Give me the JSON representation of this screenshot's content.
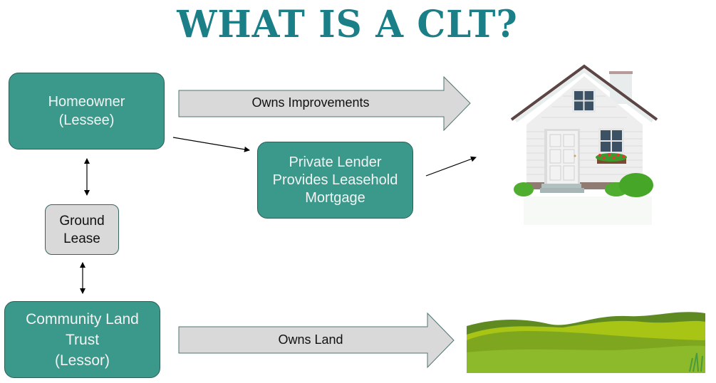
{
  "title": "WHAT IS A CLT?",
  "nodes": {
    "homeowner": "Homeowner\n(Lessee)",
    "lender": "Private Lender\nProvides Leasehold\nMortgage",
    "ground_lease": "Ground\nLease",
    "clt": "Community Land\nTrust\n(Lessor)"
  },
  "arrows": {
    "owns_improvements": "Owns Improvements",
    "owns_land": "Owns Land"
  },
  "images": {
    "house": "house-illustration",
    "land": "green-hills-illustration"
  },
  "colors": {
    "title": "#1b7f88",
    "node_fill": "#3a998b",
    "arrow_fill": "#d9d9d9"
  }
}
